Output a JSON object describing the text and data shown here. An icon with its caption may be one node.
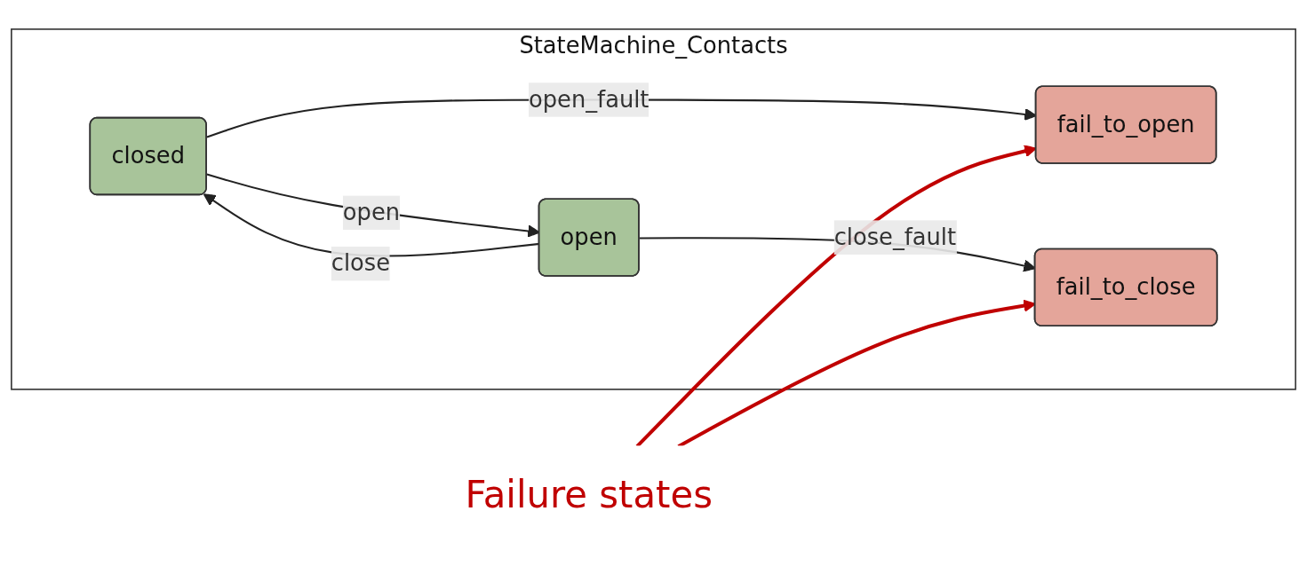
{
  "diagram": {
    "nodes": [
      {
        "text": [
          "StateMachine_Contacts"
        ]
      },
      {
        "text": [
          "closed"
        ],
        "in": 0
      },
      {
        "text": [
          "fail_to_open"
        ],
        "in": 0
      },
      {
        "text": [
          "open"
        ],
        "in": 0
      },
      {
        "text": [
          "fail_to_close"
        ],
        "in": 0
      },
      {
        "text": [
          "Failure states"
        ]
      }
    ],
    "edges": [
      {
        "from": 1,
        "to": 2,
        "arrow": "to",
        "label": "open_fault"
      },
      {
        "from": 1,
        "to": 3,
        "arrow": "to",
        "label": "open"
      },
      {
        "from": 3,
        "to": 1,
        "arrow": "to",
        "label": "close"
      },
      {
        "from": 3,
        "to": 4,
        "arrow": "to",
        "label": "close_fault"
      },
      {
        "from": 5,
        "to": 2,
        "arrow": "to",
        "color": "#c00000"
      },
      {
        "from": 5,
        "to": 4,
        "arrow": "to",
        "color": "#c00000"
      }
    ]
  }
}
